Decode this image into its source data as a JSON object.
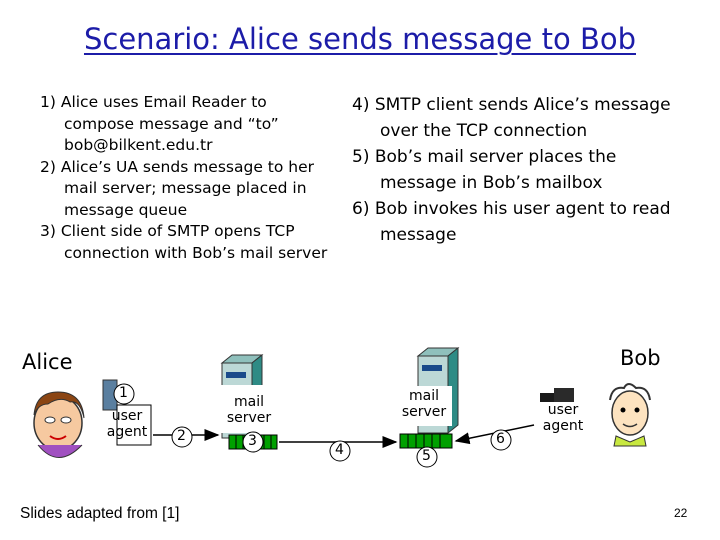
{
  "title": "Scenario: Alice sends message to Bob",
  "steps_left": [
    "1) Alice uses Email Reader to compose message and “to” bob@bilkent.edu.tr",
    "2) Alice’s UA sends message to her mail server; message placed in message queue",
    "3) Client side of SMTP opens TCP connection with Bob’s mail server"
  ],
  "steps_right": [
    "4) SMTP client sends Alice’s message over the TCP connection",
    "5) Bob’s mail server places the message in Bob’s mailbox",
    "6) Bob invokes his user agent to read message"
  ],
  "diagram": {
    "alice_label": "Alice",
    "bob_label": "Bob",
    "alice_user_agent": "user agent",
    "alice_mail_server": "mail server",
    "bob_mail_server": "mail server",
    "bob_user_agent": "user agent",
    "step_numbers": [
      "1",
      "2",
      "3",
      "4",
      "5",
      "6"
    ]
  },
  "footer": "Slides adapted from [1]",
  "page_number": "22",
  "colors": {
    "title": "#1c1ca8",
    "arrow": "#000000",
    "server_teal": "#2e8b85",
    "queue_green": "#00a000"
  }
}
